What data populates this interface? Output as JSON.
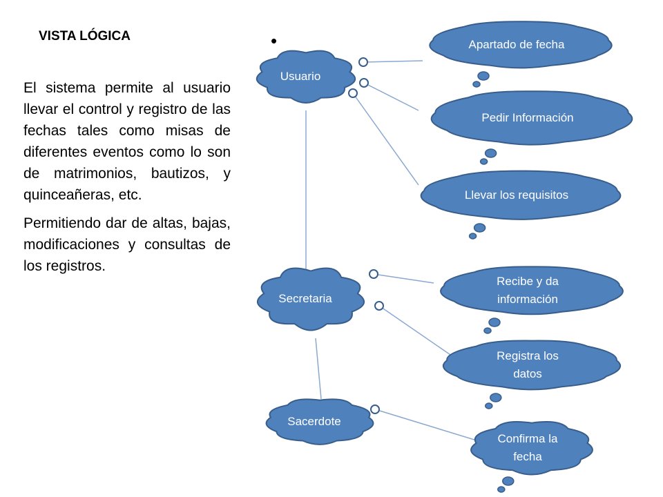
{
  "slide": {
    "title": "VISTA LÓGICA",
    "paragraphs": [
      "El sistema permite al usuario llevar el control y registro de las fechas tales como misas de diferentes eventos como lo son de matrimonios, bautizos, y quinceañeras, etc.",
      "Permitiendo dar de altas, bajas, modificaciones y consultas de los registros."
    ],
    "bullet": "•"
  },
  "diagram": {
    "colors": {
      "fill": "#4f81bd",
      "stroke": "#385d8a",
      "text": "#ffffff",
      "line": "#8aa8d0"
    },
    "actors": [
      {
        "id": "usuario",
        "label": "Usuario"
      },
      {
        "id": "secretaria",
        "label": "Secretaria"
      },
      {
        "id": "sacerdote",
        "label": "Sacerdote"
      }
    ],
    "actions": [
      {
        "id": "apartado",
        "actor": "usuario",
        "lines": [
          "Apartado de fecha"
        ]
      },
      {
        "id": "pedir",
        "actor": "usuario",
        "lines": [
          "Pedir Información"
        ]
      },
      {
        "id": "llevar",
        "actor": "usuario",
        "lines": [
          "Llevar los requisitos"
        ]
      },
      {
        "id": "recibe",
        "actor": "secretaria",
        "lines": [
          "Recibe y da",
          "información"
        ]
      },
      {
        "id": "registra",
        "actor": "secretaria",
        "lines": [
          "Registra los",
          "datos"
        ]
      },
      {
        "id": "confirma",
        "actor": "sacerdote",
        "lines": [
          "Confirma la",
          "fecha"
        ]
      }
    ]
  }
}
